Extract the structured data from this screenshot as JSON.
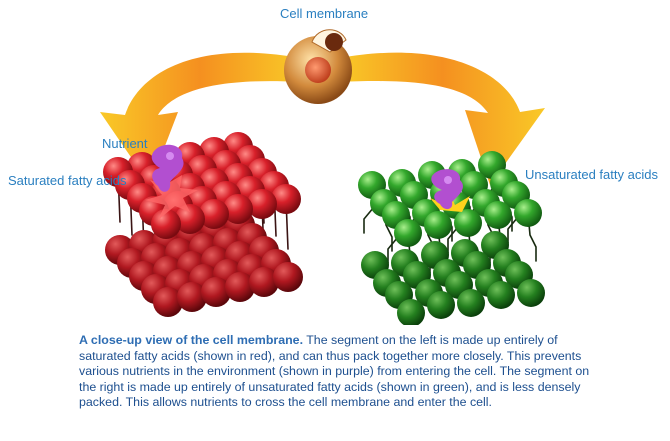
{
  "labels": {
    "cell_membrane": "Cell membrane",
    "nutrient": "Nutrient",
    "saturated": "Saturated fatty acids",
    "unsaturated": "Unsaturated fatty acids"
  },
  "caption": {
    "heading": "A close-up view of the cell membrane.",
    "body": "  The segment on the left is made up entirely of saturated fatty acids (shown in red), and can thus pack together more closely.  This prevents various nutrients in the environment (shown in purple) from entering the cell.  The segment on the right is made up entirely of unsaturated fatty acids (shown in green), and is less densely packed.  This allows nutrients to cross the cell membrane and enter the cell."
  },
  "colors": {
    "saturated": "#c0161d",
    "unsaturated": "#2f9a2a",
    "nutrient": "#b24fd0",
    "arrow": "#f7a21c",
    "label_text": "#2a7fc0",
    "caption_text": "#1d4f8f"
  }
}
